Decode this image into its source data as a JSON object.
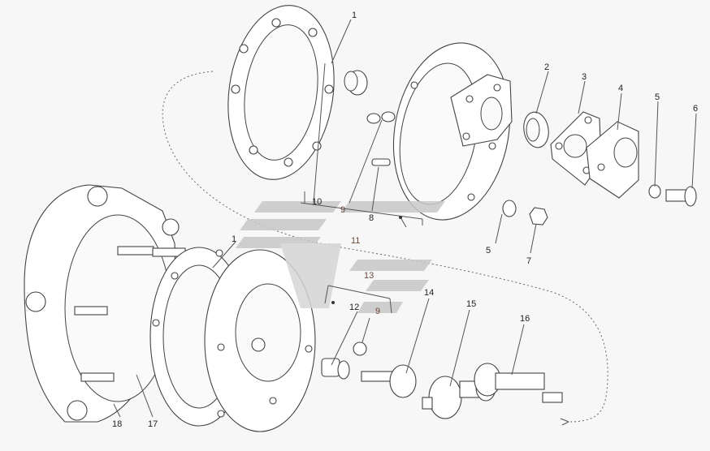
{
  "labels": {
    "l1a": "1",
    "l1b": "1",
    "l2": "2",
    "l3": "3",
    "l4": "4",
    "l5a": "5",
    "l5b": "5",
    "l6": "6",
    "l7": "7",
    "l8": "8",
    "l9a": "9",
    "l9b": "9",
    "l10": "10",
    "l11": "11",
    "l12": "12",
    "l13": "13",
    "l14": "14",
    "l15": "15",
    "l16": "16",
    "l17": "17",
    "l18": "18"
  },
  "colors": {
    "line": "#444444",
    "watermark": "#c8c8c8",
    "background": "#f7f7f7"
  },
  "watermark": {
    "icon": "manufacturer-logo-watermark"
  }
}
